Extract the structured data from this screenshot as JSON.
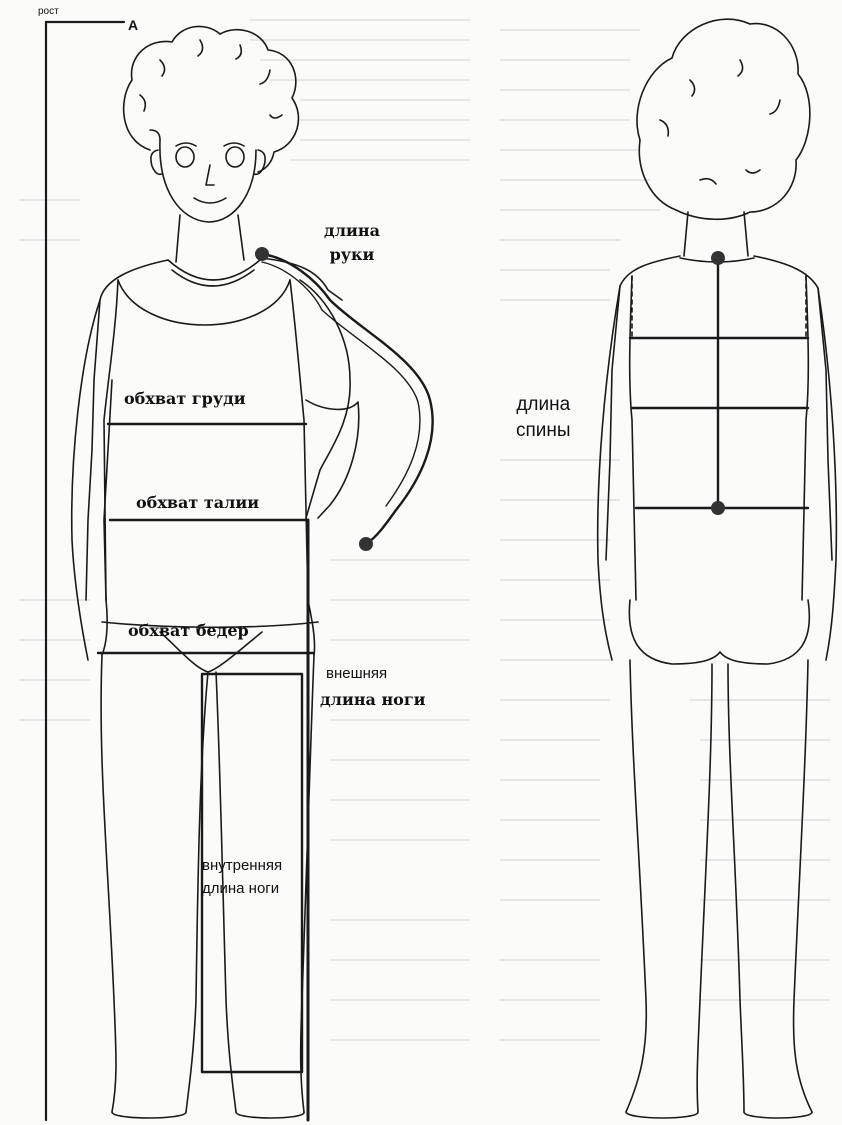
{
  "scale": {
    "label": "рост",
    "mark": "А"
  },
  "front": {
    "arm_length": [
      "длина",
      "руки"
    ],
    "chest": "обхват груди",
    "waist": "обхват талии",
    "hips": "обхват бедер",
    "outer_leg": [
      "внешняя",
      "длина ноги"
    ],
    "inner_leg": [
      "внутренняя",
      "длина ноги"
    ]
  },
  "back": {
    "back_length": [
      "длина",
      "спины"
    ]
  },
  "colors": {
    "line": "#1a1a1a",
    "marker": "#3a3a3a",
    "faint_text": "#dcdcdc"
  }
}
